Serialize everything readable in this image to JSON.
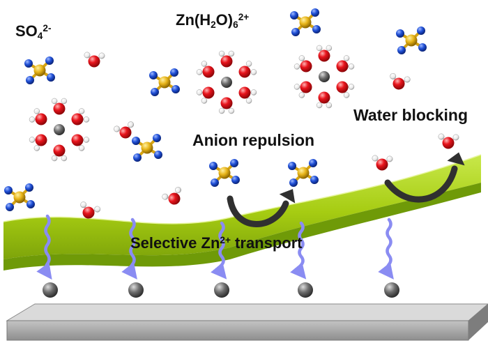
{
  "labels": {
    "sulfate": {
      "base": "SO",
      "sub": "4",
      "sup": "2-"
    },
    "hydrated_zinc": {
      "base": "Zn(H",
      "sub1": "2",
      "mid": "O)",
      "sub2": "6",
      "sup": "2+"
    },
    "anion_repulsion": "Anion repulsion",
    "water_blocking": "Water blocking",
    "transport": {
      "before": "Selective Zn",
      "sup": "2+",
      "after": " transport"
    }
  },
  "colors": {
    "oxygen": "#e8141c",
    "hydrogen": "#f4f4f4",
    "sulfur": "#e8b51a",
    "sulfate_oxygen": "#1f4fd6",
    "zinc": "#6f6f6f",
    "membrane": "#a6cc12",
    "membrane_dark": "#5e8a08",
    "arrow": "#303030",
    "transport_arrow": "#8a8cf2",
    "electrode": "#9b9b9b"
  },
  "icons": [
    "water-molecule-icon",
    "sulfate-ion-icon",
    "hydrated-zinc-ion-icon",
    "zinc-ion-icon",
    "curved-arrow-icon",
    "wavy-arrow-icon"
  ]
}
